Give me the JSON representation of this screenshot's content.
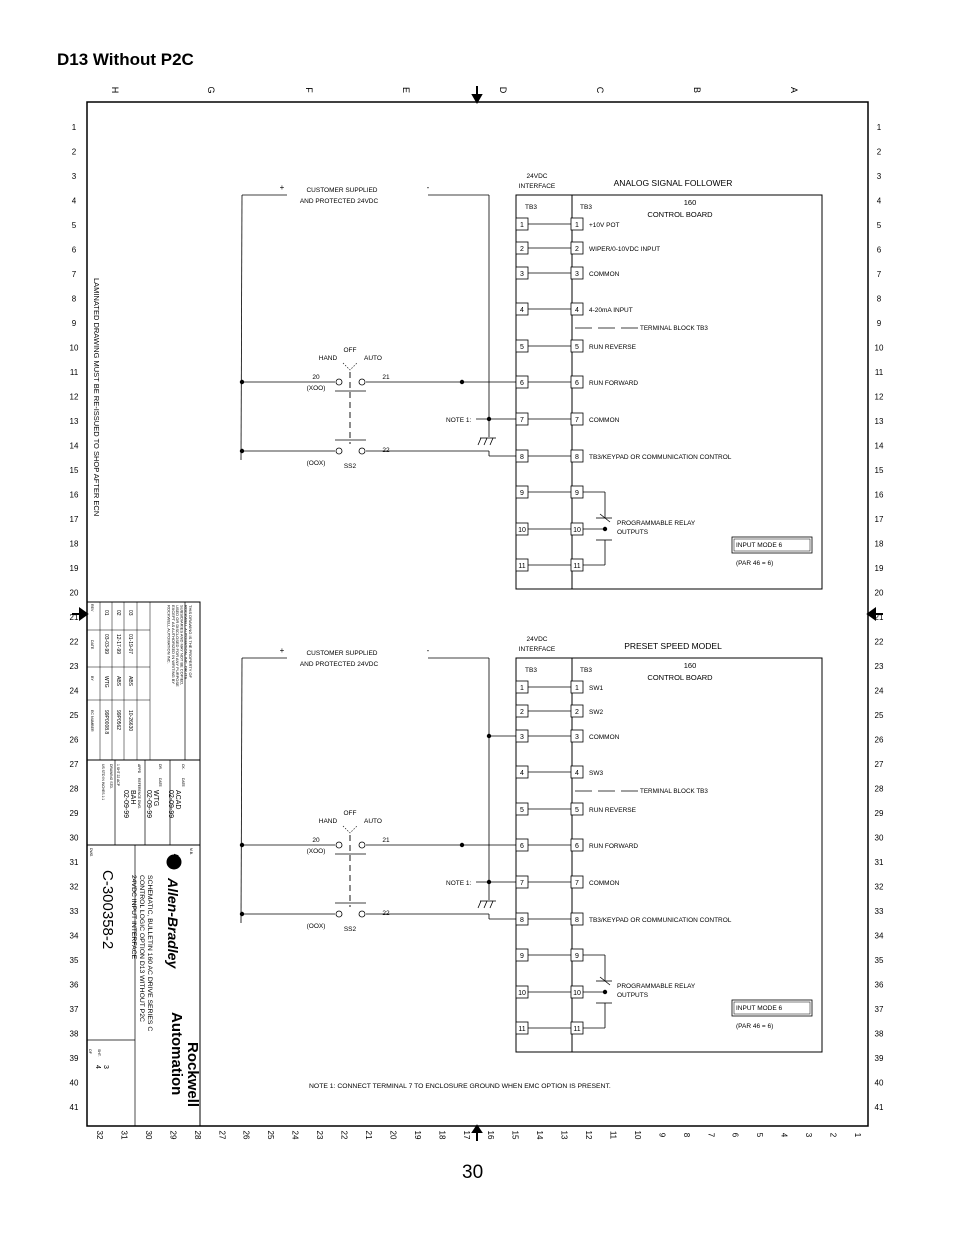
{
  "page": {
    "title": "D13 Without P2C",
    "number": "30"
  },
  "border": {
    "column_letters": [
      "H",
      "G",
      "F",
      "E",
      "D",
      "C",
      "B",
      "A"
    ],
    "row_numbers": [
      "1",
      "2",
      "3",
      "4",
      "5",
      "6",
      "7",
      "8",
      "9",
      "10",
      "11",
      "12",
      "13",
      "14",
      "15",
      "16",
      "17",
      "18",
      "19",
      "20",
      "21",
      "22",
      "23",
      "24",
      "25",
      "26",
      "27",
      "28",
      "29",
      "30",
      "31",
      "32",
      "33",
      "34",
      "35",
      "36",
      "37",
      "38",
      "39",
      "40",
      "41"
    ],
    "column_numbers": [
      "32",
      "31",
      "30",
      "29",
      "28",
      "27",
      "26",
      "25",
      "24",
      "23",
      "22",
      "21",
      "20",
      "19",
      "18",
      "17",
      "16",
      "15",
      "14",
      "13",
      "12",
      "11",
      "10",
      "9",
      "8",
      "7",
      "6",
      "5",
      "4",
      "3",
      "2",
      "1"
    ]
  },
  "side_note": "LAMINATED DRAWING MUST BE RE-ISSUED TO SHOP AFTER ECN",
  "title_block": {
    "property_notice": [
      "THIS DRAWING IS THE PROPERTY OF",
      "ROCKWELL AUTOMATION, INC. OR ITS",
      "SUBSIDIARIES AND MAY NOT BE COPIED,",
      "USED OR DISCLOSED FOR ANY PURPOSE",
      "EXCEPT AS AUTHORIZED IN WRITING BY",
      "ROCKWELL AUTOMATION INC."
    ],
    "revisions": [
      {
        "rev": "03",
        "date": "01-19-07",
        "by": "ABS",
        "ecn": "10-26630"
      },
      {
        "rev": "02",
        "date": "12-17-99",
        "by": "ABS",
        "ecn": "99P0562"
      },
      {
        "rev": "01",
        "date": "03-03-99",
        "by": "WTG",
        "ecn": "99P0008.8"
      }
    ],
    "revision_headers": [
      "REV",
      "DATE",
      "BY",
      "EC NUMBER"
    ],
    "cad": "ACAD",
    "cad_date": "02-09-99",
    "drawn_by": "WTG",
    "drawn_date": "02-09-99",
    "approved_by": "BAH",
    "approved_date": "02-09-99",
    "small_labels": [
      "CK.",
      "DATE",
      "DR.",
      "DATE",
      "APPD",
      "REFERENCE DWG.",
      "DRAWING STD.",
      "1 SHT 22 ACP",
      "US STD IN INCHES 1:1",
      "M.B.",
      "DWG."
    ],
    "brand": "Allen-Bradley",
    "company_1": "Rockwell",
    "company_2": "Automation",
    "description": [
      "SCHEMATIC, BULLETIN 160 AC DRIVE SERIES C",
      "CONTROL LOGIC OPTION D13 WITHOUT P2C",
      "24VDC INPUT INTERFACE"
    ],
    "drawing_number": "C-300358-2",
    "sheet_label": "SHT.",
    "sheet": "3",
    "of_label": "OF",
    "of": "4"
  },
  "analog": {
    "heading": "ANALOG SIGNAL FOLLOWER",
    "interface": [
      "24VDC",
      "INTERFACE"
    ],
    "tb_left": "TB3",
    "tb_right": "TB3",
    "board": [
      "160",
      "CONTROL BOARD"
    ],
    "supply": [
      "CUSTOMER SUPPLIED",
      "AND PROTECTED 24VDC"
    ],
    "plus": "+",
    "minus": "-",
    "terminals": [
      {
        "num": "1",
        "label": "+10V POT"
      },
      {
        "num": "2",
        "label": "WIPER/0-10VDC INPUT"
      },
      {
        "num": "3",
        "label": "COMMON"
      },
      {
        "num": "4",
        "label": "4-20mA INPUT"
      },
      {
        "num": "5",
        "label": "RUN REVERSE"
      },
      {
        "num": "6",
        "label": "RUN FORWARD"
      },
      {
        "num": "7",
        "label": "COMMON"
      },
      {
        "num": "8",
        "label": "TB3/KEYPAD OR COMMUNICATION CONTROL"
      },
      {
        "num": "9",
        "label": ""
      },
      {
        "num": "10",
        "label": ""
      },
      {
        "num": "11",
        "label": ""
      }
    ],
    "terminal_block_legend": "TERMINAL BLOCK TB3",
    "relay": [
      "PROGRAMMABLE RELAY",
      "OUTPUTS"
    ],
    "input_mode": "INPUT MODE 6",
    "par": "(PAR 46 = 6)",
    "switch": {
      "off": "OFF",
      "hand": "HAND",
      "auto": "AUTO",
      "w20": "20",
      "w21": "21",
      "w22": "22",
      "xoo": "(XOO)",
      "oox": "(OOX)",
      "ss2": "SS2"
    },
    "note": "NOTE 1:"
  },
  "preset": {
    "heading": "PRESET SPEED MODEL",
    "interface": [
      "24VDC",
      "INTERFACE"
    ],
    "tb_left": "TB3",
    "tb_right": "TB3",
    "board": [
      "160",
      "CONTROL BOARD"
    ],
    "supply": [
      "CUSTOMER SUPPLIED",
      "AND PROTECTED 24VDC"
    ],
    "plus": "+",
    "minus": "-",
    "terminals": [
      {
        "num": "1",
        "label": "SW1"
      },
      {
        "num": "2",
        "label": "SW2"
      },
      {
        "num": "3",
        "label": "COMMON"
      },
      {
        "num": "4",
        "label": "SW3"
      },
      {
        "num": "5",
        "label": "RUN REVERSE"
      },
      {
        "num": "6",
        "label": "RUN FORWARD"
      },
      {
        "num": "7",
        "label": "COMMON"
      },
      {
        "num": "8",
        "label": "TB3/KEYPAD OR COMMUNICATION CONTROL"
      },
      {
        "num": "9",
        "label": ""
      },
      {
        "num": "10",
        "label": ""
      },
      {
        "num": "11",
        "label": ""
      }
    ],
    "terminal_block_legend": "TERMINAL BLOCK TB3",
    "relay": [
      "PROGRAMMABLE RELAY",
      "OUTPUTS"
    ],
    "input_mode": "INPUT MODE 6",
    "par": "(PAR 46 = 6)",
    "switch": {
      "off": "OFF",
      "hand": "HAND",
      "auto": "AUTO",
      "w20": "20",
      "w21": "21",
      "w22": "22",
      "xoo": "(XOO)",
      "oox": "(OOX)",
      "ss2": "SS2"
    },
    "note": "NOTE 1:"
  },
  "bottom_note": "NOTE 1: CONNECT TERMINAL 7 TO ENCLOSURE GROUND WHEN EMC OPTION IS PRESENT."
}
